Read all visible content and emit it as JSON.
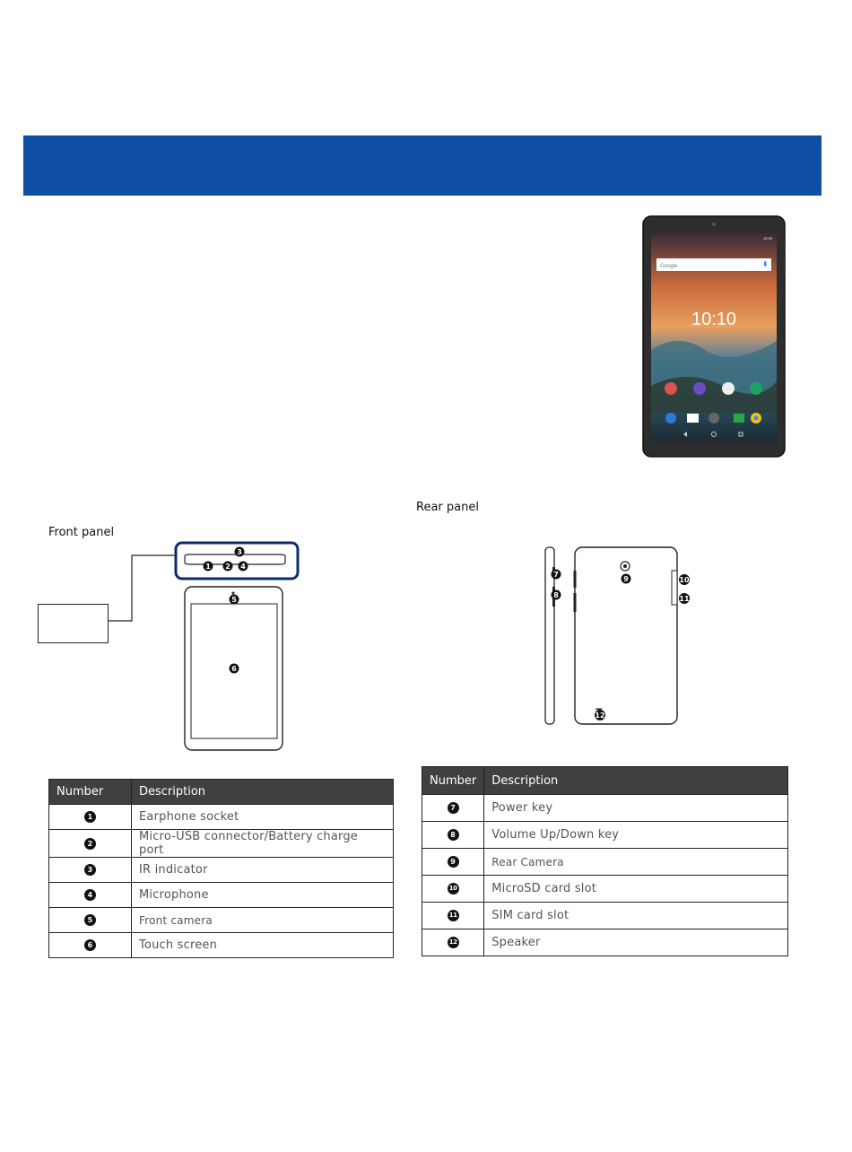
{
  "labels": {
    "front_panel": "Front panel",
    "rear_panel": "Rear panel"
  },
  "device_screen": {
    "search_brand": "Google",
    "clock": "10:10",
    "status_time": "12:30"
  },
  "colors": {
    "banner": "#0e4fa5",
    "table_header": "#404040",
    "callout_border": "#0d2b6b"
  },
  "front_table": {
    "header_number": "Number",
    "header_description": "Description",
    "rows": [
      {
        "num": "1",
        "desc": "Earphone socket"
      },
      {
        "num": "2",
        "desc": "Micro-USB connector/Battery charge port"
      },
      {
        "num": "3",
        "desc": "IR indicator"
      },
      {
        "num": "4",
        "desc": "Microphone"
      },
      {
        "num": "5",
        "desc": "Front camera"
      },
      {
        "num": "6",
        "desc": "Touch screen"
      }
    ]
  },
  "rear_table": {
    "header_number": "Number",
    "header_description": "Description",
    "rows": [
      {
        "num": "7",
        "desc": "Power key"
      },
      {
        "num": "8",
        "desc": "Volume Up/Down key"
      },
      {
        "num": "9",
        "desc": "Rear Camera"
      },
      {
        "num": "10",
        "desc": "MicroSD card slot"
      },
      {
        "num": "11",
        "desc": "SIM card slot"
      },
      {
        "num": "12",
        "desc": "Speaker"
      }
    ]
  }
}
